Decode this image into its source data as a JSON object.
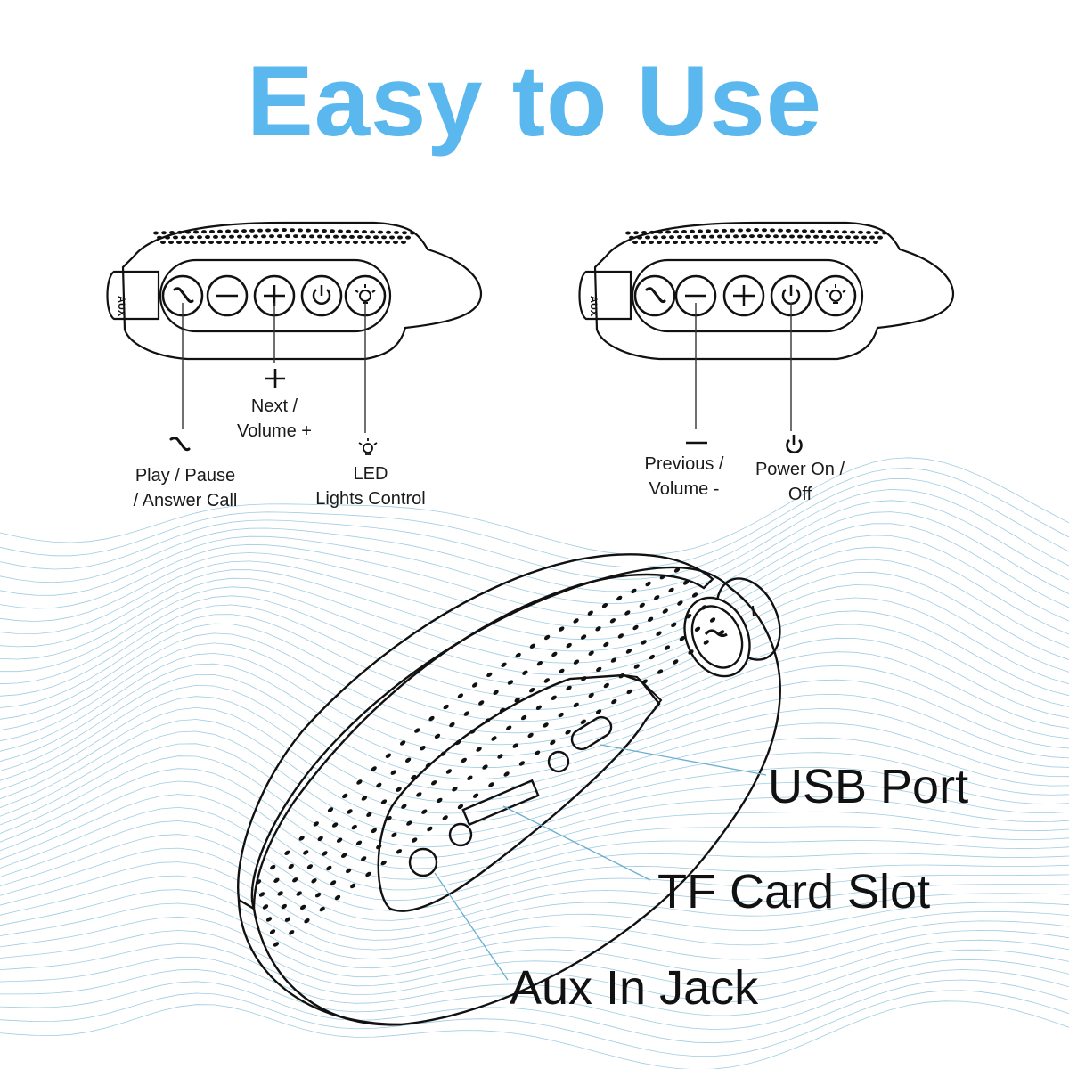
{
  "title": "Easy to Use",
  "colors": {
    "title": "#5ab8ef",
    "wave": "#8ec3dc",
    "pointer_line": "#6aaed0",
    "outline": "#111111"
  },
  "device_views": [
    {
      "id": "left",
      "aux_label": "AUX",
      "buttons": [
        {
          "id": "phone",
          "icon": "phone-icon"
        },
        {
          "id": "minus",
          "icon": "minus-icon"
        },
        {
          "id": "plus",
          "icon": "plus-icon"
        },
        {
          "id": "power",
          "icon": "power-icon"
        },
        {
          "id": "led",
          "icon": "bulb-icon"
        }
      ],
      "callouts": [
        {
          "button": "plus",
          "icon": "plus-icon",
          "label_lines": [
            "Next /",
            "Volume +"
          ]
        },
        {
          "button": "phone",
          "icon": "phone-icon",
          "label_lines": [
            "Play / Pause",
            "/ Answer Call"
          ]
        },
        {
          "button": "led",
          "icon": "bulb-icon",
          "label_lines": [
            "LED",
            "Lights Control"
          ]
        }
      ]
    },
    {
      "id": "right",
      "aux_label": "AUX",
      "buttons": [
        {
          "id": "phone",
          "icon": "phone-icon"
        },
        {
          "id": "minus",
          "icon": "minus-icon"
        },
        {
          "id": "plus",
          "icon": "plus-icon"
        },
        {
          "id": "power",
          "icon": "power-icon"
        },
        {
          "id": "led",
          "icon": "bulb-icon"
        }
      ],
      "callouts": [
        {
          "button": "minus",
          "icon": "minus-icon",
          "label_lines": [
            "Previous /",
            "Volume -"
          ]
        },
        {
          "button": "power",
          "icon": "power-icon",
          "label_lines": [
            "Power On /",
            "Off"
          ]
        }
      ]
    }
  ],
  "ports": [
    {
      "id": "usb",
      "label": "USB Port"
    },
    {
      "id": "tf",
      "label": "TF Card Slot"
    },
    {
      "id": "aux",
      "label": "Aux In Jack"
    }
  ]
}
